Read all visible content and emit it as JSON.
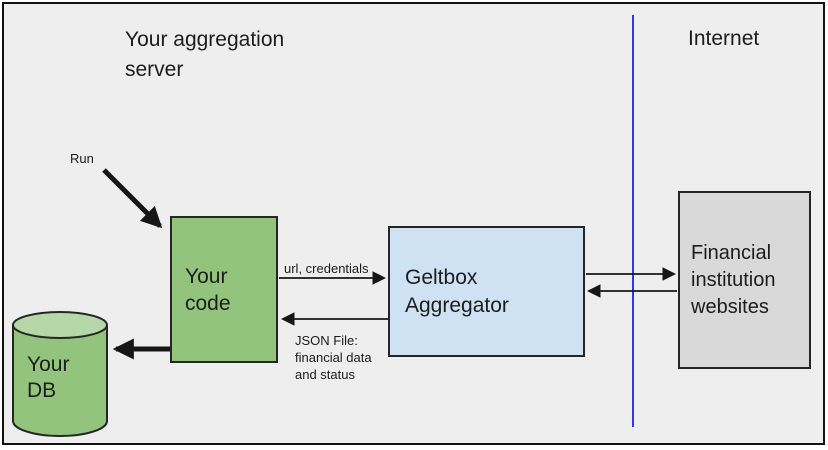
{
  "frame": {
    "zone_left_title": "Your aggregation\nserver",
    "zone_right_title": "Internet"
  },
  "labels": {
    "run": "Run",
    "url_credentials": "url, credentials",
    "json_file": "JSON File:\nfinancial data\nand status"
  },
  "nodes": {
    "your_code": "Your\ncode",
    "geltbox_aggregator": "Geltbox\nAggregator",
    "financial_websites": "Financial\ninstitution\nwebsites",
    "your_db": "Your\nDB"
  },
  "colors": {
    "canvas_background": "#eeeeee",
    "node_green": "#93c47d",
    "cylinder_top_green": "#b6d7a8",
    "node_light_blue": "#cfe2f3",
    "node_gray": "#d9d9d9",
    "separator_blue": "#3433ee",
    "border_dark": "#262626",
    "arrow_black": "#161616"
  }
}
